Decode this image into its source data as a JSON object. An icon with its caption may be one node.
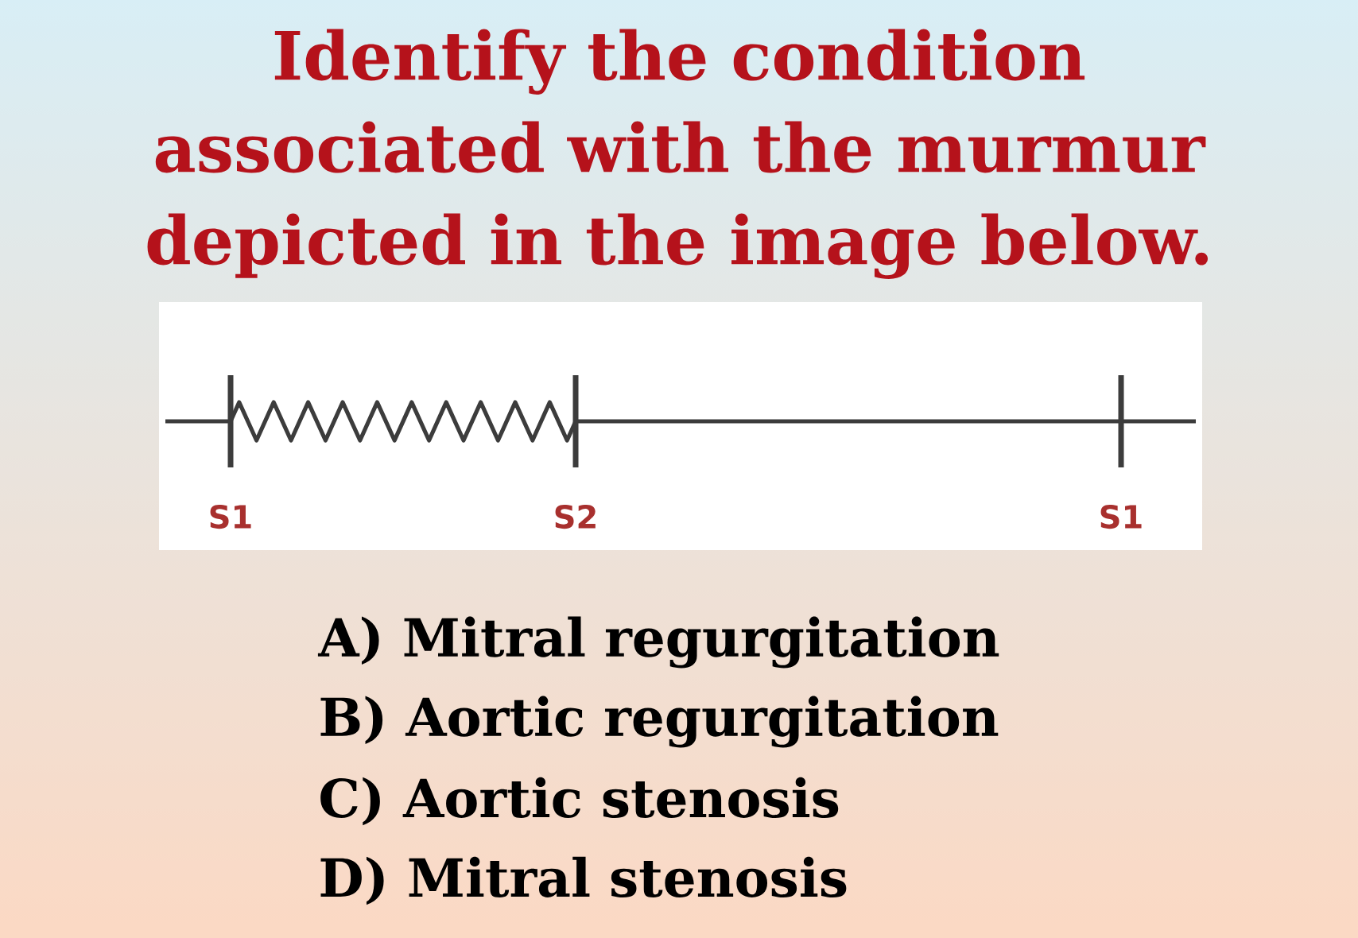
{
  "diagram": {
    "title": "Identify the condition associated with the murmur depicted in the image below.",
    "labels": [
      "S1",
      "S2",
      "S1",
      "A) Mitral regurgitation",
      "B) Aortic regurgitation",
      "C) Aortic stenosis",
      "D) Mitral stenosis"
    ]
  }
}
